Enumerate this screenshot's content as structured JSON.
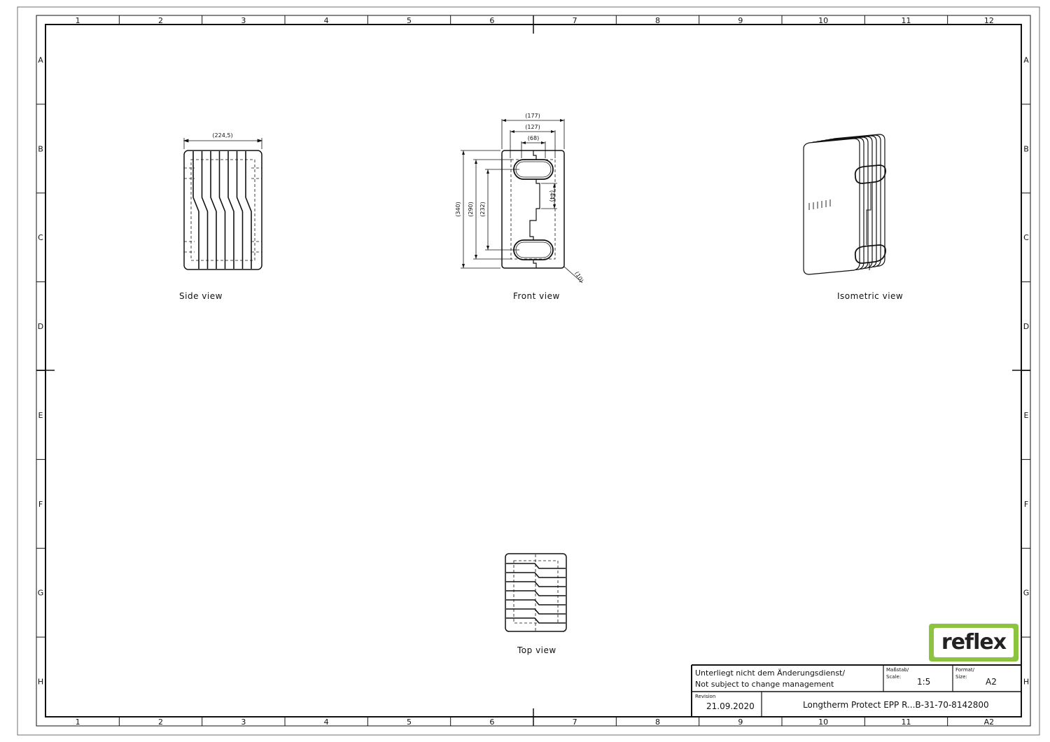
{
  "sheet": {
    "col_labels": [
      "1",
      "2",
      "3",
      "4",
      "5",
      "6",
      "7",
      "8",
      "9",
      "10",
      "11",
      "12"
    ],
    "row_labels": [
      "A",
      "B",
      "C",
      "D",
      "E",
      "F",
      "G",
      "H"
    ],
    "bottom_col_labels": [
      "1",
      "2",
      "3",
      "4",
      "5",
      "6",
      "7",
      "8",
      "9",
      "10",
      "11",
      "A2"
    ]
  },
  "views": {
    "side": "Side view",
    "front": "Front view",
    "isometric": "Isometric view",
    "top": "Top view"
  },
  "dimensions": {
    "side_width": "(224,5)",
    "front_w1": "(177)",
    "front_w2": "(127)",
    "front_w3": "(68)",
    "front_h1": "(340)",
    "front_h2": "(290)",
    "front_h3": "(232)",
    "front_inner": "(44)",
    "front_radius": "(10)"
  },
  "title_block": {
    "notice_de": "Unterliegt nicht dem Änderungsdienst/",
    "notice_en": "Not subject to change management",
    "scale_label_de": "Maßstab/",
    "scale_label_en": "Scale:",
    "scale_value": "1:5",
    "format_label_de": "Format/",
    "format_label_en": "Size:",
    "format_value": "A2",
    "revision_label": "Revision",
    "revision_date": "21.09.2020",
    "drawing_title": "Longtherm Protect EPP R...B-31-70-8142800",
    "logo": "reflex"
  },
  "colors": {
    "line": "#111111",
    "logo_green": "#8dc43f"
  }
}
